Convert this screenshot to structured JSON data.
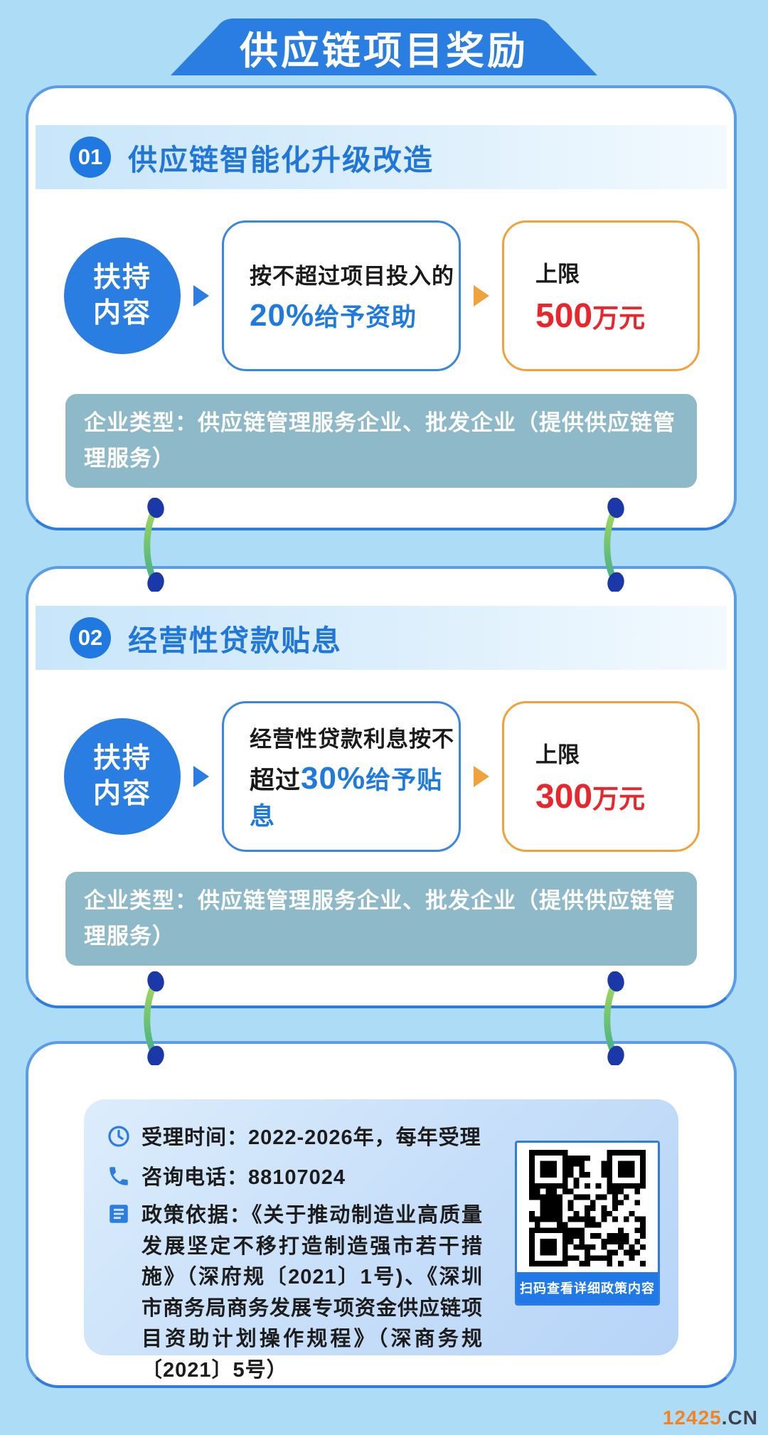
{
  "page": {
    "title": "供应链项目奖励",
    "watermark_number": "12425",
    "watermark_suffix": ".CN"
  },
  "cards": [
    {
      "number": "01",
      "title": "供应链智能化升级改造",
      "support_label": [
        "扶持",
        "内容"
      ],
      "grant_line1": "按不超过项目投入的",
      "grant_line2_plain": "",
      "grant_percent": "20%",
      "grant_rest": "给予资助",
      "cap_label": "上限",
      "cap_value": "500",
      "cap_unit": "万元",
      "enterprise_type": "企业类型：供应链管理服务企业、批发企业（提供供应链管理服务）"
    },
    {
      "number": "02",
      "title": "经营性贷款贴息",
      "support_label": [
        "扶持",
        "内容"
      ],
      "grant_line1": "经营性贷款利息按不",
      "grant_line2_plain": "超过",
      "grant_percent": "30%",
      "grant_rest": "给予贴息",
      "cap_label": "上限",
      "cap_value": "300",
      "cap_unit": "万元",
      "enterprise_type": "企业类型：供应链管理服务企业、批发企业（提供供应链管理服务）"
    }
  ],
  "footer": {
    "rows": [
      {
        "icon": "clock-icon",
        "text": "受理时间：2022-2026年，每年受理"
      },
      {
        "icon": "phone-icon",
        "text": "咨询电话：88107024"
      },
      {
        "icon": "document-icon",
        "text": "政策依据：《关于推动制造业高质量发展坚定不移打造制造强市若干措施》（深府规〔2021〕1号)、《深圳市商务局商务发展专项资金供应链项目资助计划操作规程》（深商务规〔2021〕5号）"
      }
    ],
    "qr_caption": "扫码查看详细政策内容"
  },
  "colors": {
    "background": "#addcf7",
    "primary_blue": "#2a7de1",
    "title_blue": "#2176d9",
    "box_blue_border": "#3a86e0",
    "box_orange_border": "#f0a23c",
    "amount_red": "#e8262b",
    "enterprise_strip_teal": "#8db9c9",
    "stitch_green": "#7cc86a",
    "stitch_dot_navy": "#1a38a8",
    "qr_caption_blue": "#2079e6",
    "watermark_orange": "#f5821f"
  }
}
